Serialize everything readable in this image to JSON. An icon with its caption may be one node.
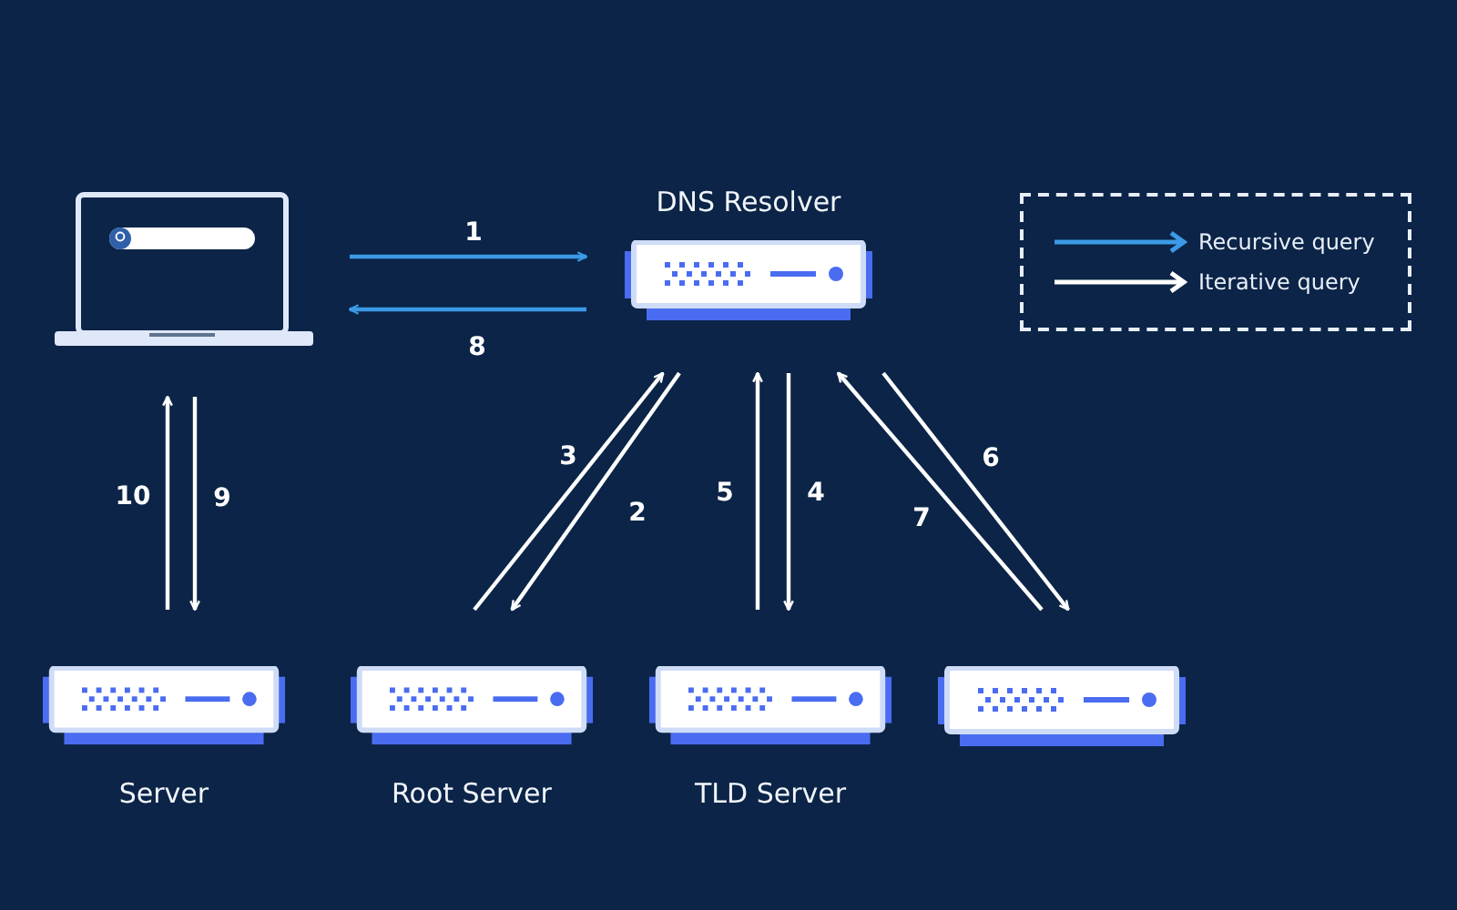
{
  "diagram": {
    "nodes": [
      {
        "text": [],
        "shape": "picture"
      },
      {
        "text": [
          "DNS Resolver"
        ]
      },
      {
        "text": [
          "Server"
        ]
      },
      {
        "text": [
          "Root Server"
        ]
      },
      {
        "text": [
          "TLD Server"
        ]
      },
      {
        "text": [],
        "shape": "server"
      }
    ],
    "edges": [
      {
        "from": 0,
        "to": 1,
        "arrow": "to",
        "label": "1",
        "color": "#3b9ae6"
      },
      {
        "from": 1,
        "to": 0,
        "arrow": "to",
        "label": "8",
        "color": "#3b9ae6"
      },
      {
        "from": 1,
        "to": 3,
        "arrow": "to",
        "label": "2"
      },
      {
        "from": 3,
        "to": 1,
        "arrow": "to",
        "label": "3"
      },
      {
        "from": 1,
        "to": 4,
        "arrow": "to",
        "label": "4"
      },
      {
        "from": 4,
        "to": 1,
        "arrow": "to",
        "label": "5"
      },
      {
        "from": 1,
        "to": 5,
        "arrow": "to",
        "label": "6"
      },
      {
        "from": 5,
        "to": 1,
        "arrow": "to",
        "label": "7"
      },
      {
        "from": 0,
        "to": 2,
        "arrow": "to",
        "label": "9"
      },
      {
        "from": 2,
        "to": 0,
        "arrow": "to",
        "label": "10"
      }
    ],
    "legend": [
      {
        "text": "Recursive query"
      },
      {
        "text": "Iterative query"
      }
    ]
  }
}
